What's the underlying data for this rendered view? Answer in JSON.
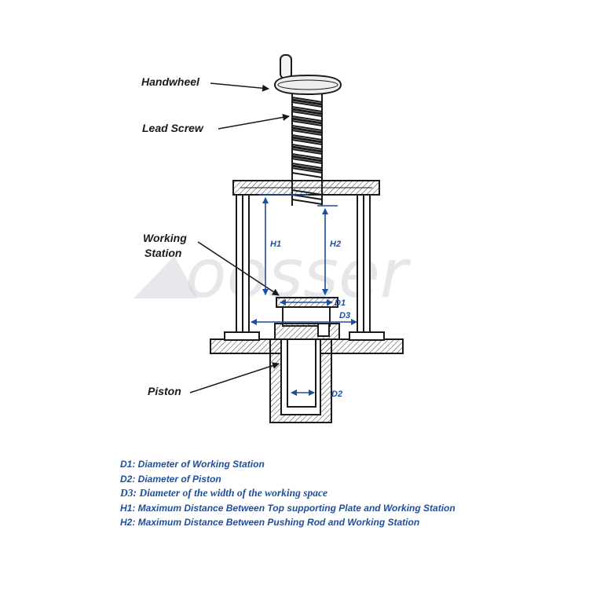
{
  "colors": {
    "accent": "#1f4e9a",
    "ink": "#1a1a1a",
    "watermark": "#c9ccd3"
  },
  "watermark": {
    "text": "oosser"
  },
  "callouts": {
    "handwheel": "Handwheel",
    "lead_screw": "Lead Screw",
    "working_station_1": "Working",
    "working_station_2": "Station",
    "piston": "Piston"
  },
  "dimensions": {
    "h1": "H1",
    "h2": "H2",
    "d1": "D1",
    "d2": "D2",
    "d3": "D3"
  },
  "legend": [
    "D1: Diameter of Working Station",
    "D2: Diameter of Piston",
    "D3: Diameter of the width of the working space",
    "H1: Maximum Distance Between Top supporting Plate and Working Station",
    "H2: Maximum Distance Between Pushing Rod and Working Station"
  ]
}
